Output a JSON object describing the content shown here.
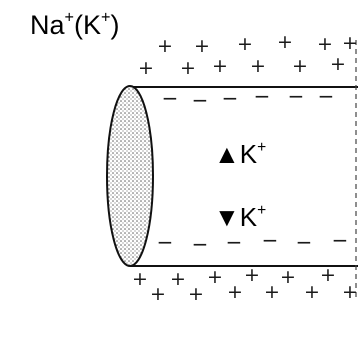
{
  "labels": {
    "ion_label": {
      "base": "Na",
      "sup1": "+",
      "mid": "(K",
      "sup2": "+",
      "end": ")"
    },
    "up_label": {
      "arrow": "▲",
      "ion": "K",
      "sup": "+"
    },
    "down_label": {
      "arrow": "▼",
      "ion": "K",
      "sup": "+"
    }
  },
  "signs": {
    "positive": "+",
    "negative": "−"
  },
  "colors": {
    "stroke": "#111111",
    "text": "#000000",
    "background": "#ffffff",
    "stipple": "#555555"
  }
}
